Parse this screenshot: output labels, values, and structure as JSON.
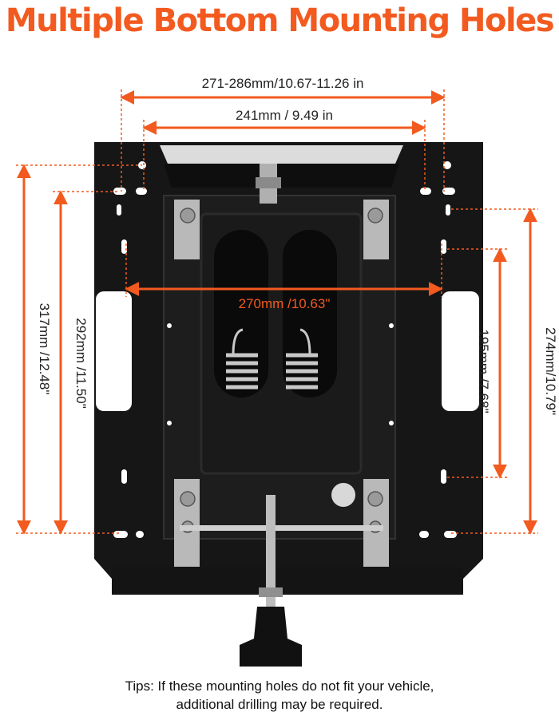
{
  "title": "Multiple Bottom Mounting Holes",
  "dimensions": {
    "top_outer": "271-286mm/10.67-11.26 in",
    "top_inner": "241mm / 9.49 in",
    "middle": "270mm /10.63\"",
    "left_outer": "317mm /12.48\"",
    "left_inner": "292mm /11.50\"",
    "right_inner": "195mm /7.68\"",
    "right_outer": "274mm/10.79\""
  },
  "tips": {
    "line1": "Tips: If these mounting holes do not fit your vehicle,",
    "line2": "additional drilling may be required."
  },
  "colors": {
    "accent": "#f25a1f",
    "metal": "#151515",
    "background": "#ffffff"
  }
}
